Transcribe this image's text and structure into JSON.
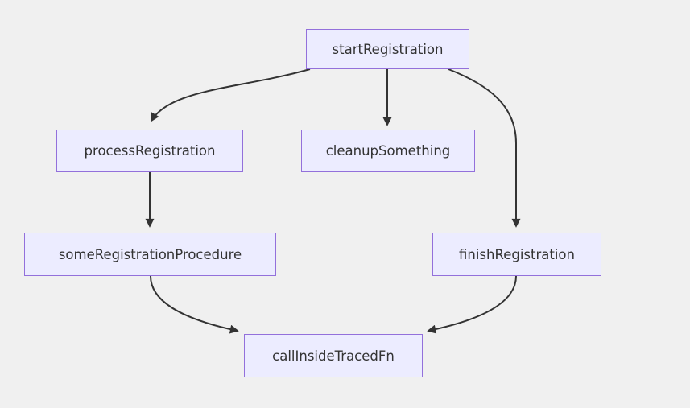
{
  "diagram": {
    "type": "flowchart",
    "direction": "top-down",
    "colors": {
      "background": "#f0f0f0",
      "node_fill": "#ECECFF",
      "node_border": "#9370DB",
      "edge_stroke": "#333333",
      "text": "#333333"
    },
    "nodes": [
      {
        "id": "startRegistration",
        "label": "startRegistration"
      },
      {
        "id": "processRegistration",
        "label": "processRegistration"
      },
      {
        "id": "cleanupSomething",
        "label": "cleanupSomething"
      },
      {
        "id": "someRegistrationProcedure",
        "label": "someRegistrationProcedure"
      },
      {
        "id": "finishRegistration",
        "label": "finishRegistration"
      },
      {
        "id": "callInsideTracedFn",
        "label": "callInsideTracedFn"
      }
    ],
    "edges": [
      {
        "from": "startRegistration",
        "to": "processRegistration"
      },
      {
        "from": "startRegistration",
        "to": "cleanupSomething"
      },
      {
        "from": "startRegistration",
        "to": "finishRegistration"
      },
      {
        "from": "processRegistration",
        "to": "someRegistrationProcedure"
      },
      {
        "from": "someRegistrationProcedure",
        "to": "callInsideTracedFn"
      },
      {
        "from": "finishRegistration",
        "to": "callInsideTracedFn"
      }
    ]
  }
}
